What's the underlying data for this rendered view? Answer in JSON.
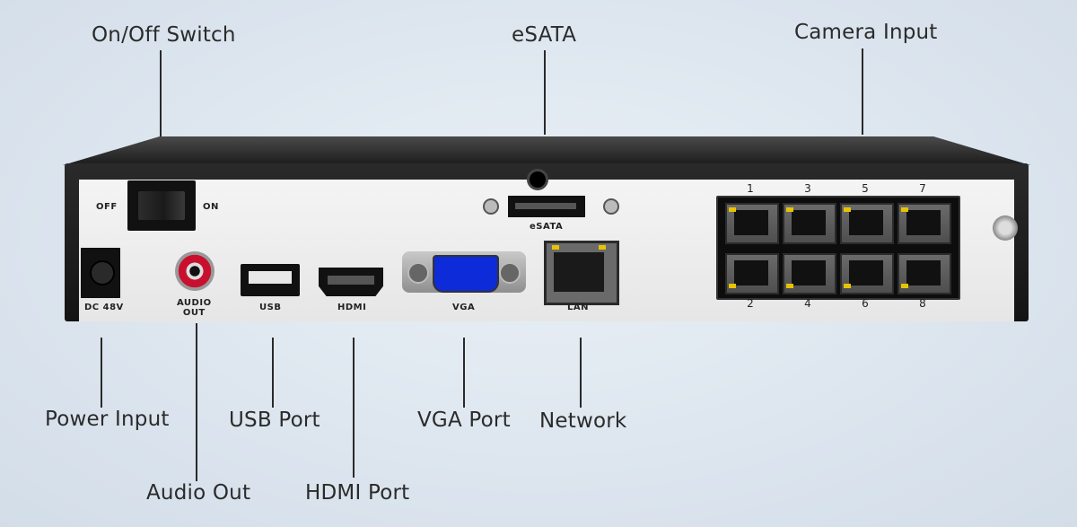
{
  "callouts": {
    "on_off_switch": "On/Off Switch",
    "esata": "eSATA",
    "camera_input": "Camera Input",
    "power_input": "Power Input",
    "audio_out": "Audio Out",
    "usb_port": "USB Port",
    "hdmi_port": "HDMI Port",
    "vga_port": "VGA Port",
    "network": "Network"
  },
  "panel_labels": {
    "off": "OFF",
    "on": "ON",
    "dc": "DC 48V",
    "audio_line1": "AUDIO",
    "audio_line2": "OUT",
    "usb": "USB",
    "hdmi": "HDMI",
    "vga": "VGA",
    "lan": "LAN",
    "esata": "eSATA"
  },
  "camera_ports": {
    "top": [
      "1",
      "3",
      "5",
      "7"
    ],
    "bottom": [
      "2",
      "4",
      "6",
      "8"
    ]
  },
  "colors": {
    "led": "#e7c300",
    "rca": "#c8102e",
    "vga_face": "#0d2bd8",
    "chassis": "#141414"
  }
}
